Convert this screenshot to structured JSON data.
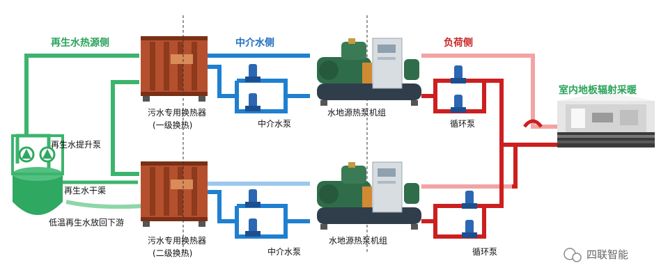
{
  "headers": {
    "regen_side": "再生水热源侧",
    "intermediate_side": "中介水侧",
    "load_side": "负荷侧",
    "indoor": "室内地板辐射采暖"
  },
  "labels": {
    "lift_pump": "再生水提升泵",
    "main_channel": "再生水干渠",
    "discharge": "低温再生水放回下游",
    "hx_name_1": "污水专用换热器",
    "hx_stage_1": "(一级换热)",
    "hx_name_2": "污水专用换热器",
    "hx_stage_2": "(二级换热)",
    "mid_pump_1": "中介水泵",
    "mid_pump_2": "中介水泵",
    "heatpump_1": "水地源热泵机组",
    "heatpump_2": "水地源热泵机组",
    "circ_pump_1": "循环泵",
    "circ_pump_2": "循环泵"
  },
  "watermark": "四联智能",
  "colors": {
    "regen_line": "#3cb46e",
    "regen_line_light": "#8ed6a8",
    "intermediate_line": "#1f7fd0",
    "intermediate_light": "#9cc8ee",
    "load_line": "#cc1f1f",
    "load_line_light": "#f2a3a3",
    "regen_text": "#2aa35a",
    "intermediate_text": "#1f6fbf",
    "load_text": "#c92424",
    "hx_body": "#b5502e"
  }
}
